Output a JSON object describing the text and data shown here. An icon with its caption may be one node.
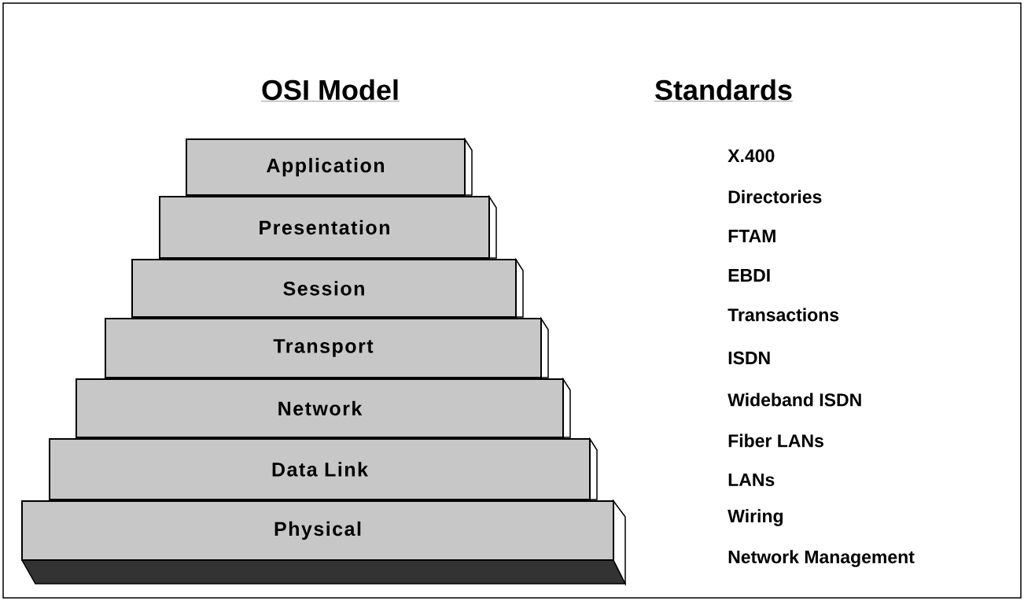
{
  "diagram": {
    "nodes": [
      {
        "text": [
          "Application"
        ]
      },
      {
        "text": [
          "Presentation"
        ]
      },
      {
        "text": [
          "Session"
        ]
      },
      {
        "text": [
          "Transport"
        ]
      },
      {
        "text": [
          "Network"
        ]
      },
      {
        "text": [
          "Data Link"
        ]
      },
      {
        "text": [
          "Physical"
        ]
      }
    ],
    "labels": [
      "OSI Model",
      "Standards",
      "X.400",
      "Directories",
      "FTAM",
      "EBDI",
      "Transactions",
      "ISDN",
      "Wideband ISDN",
      "Fiber LANs",
      "LANs",
      "Wiring",
      "Network Management"
    ]
  }
}
